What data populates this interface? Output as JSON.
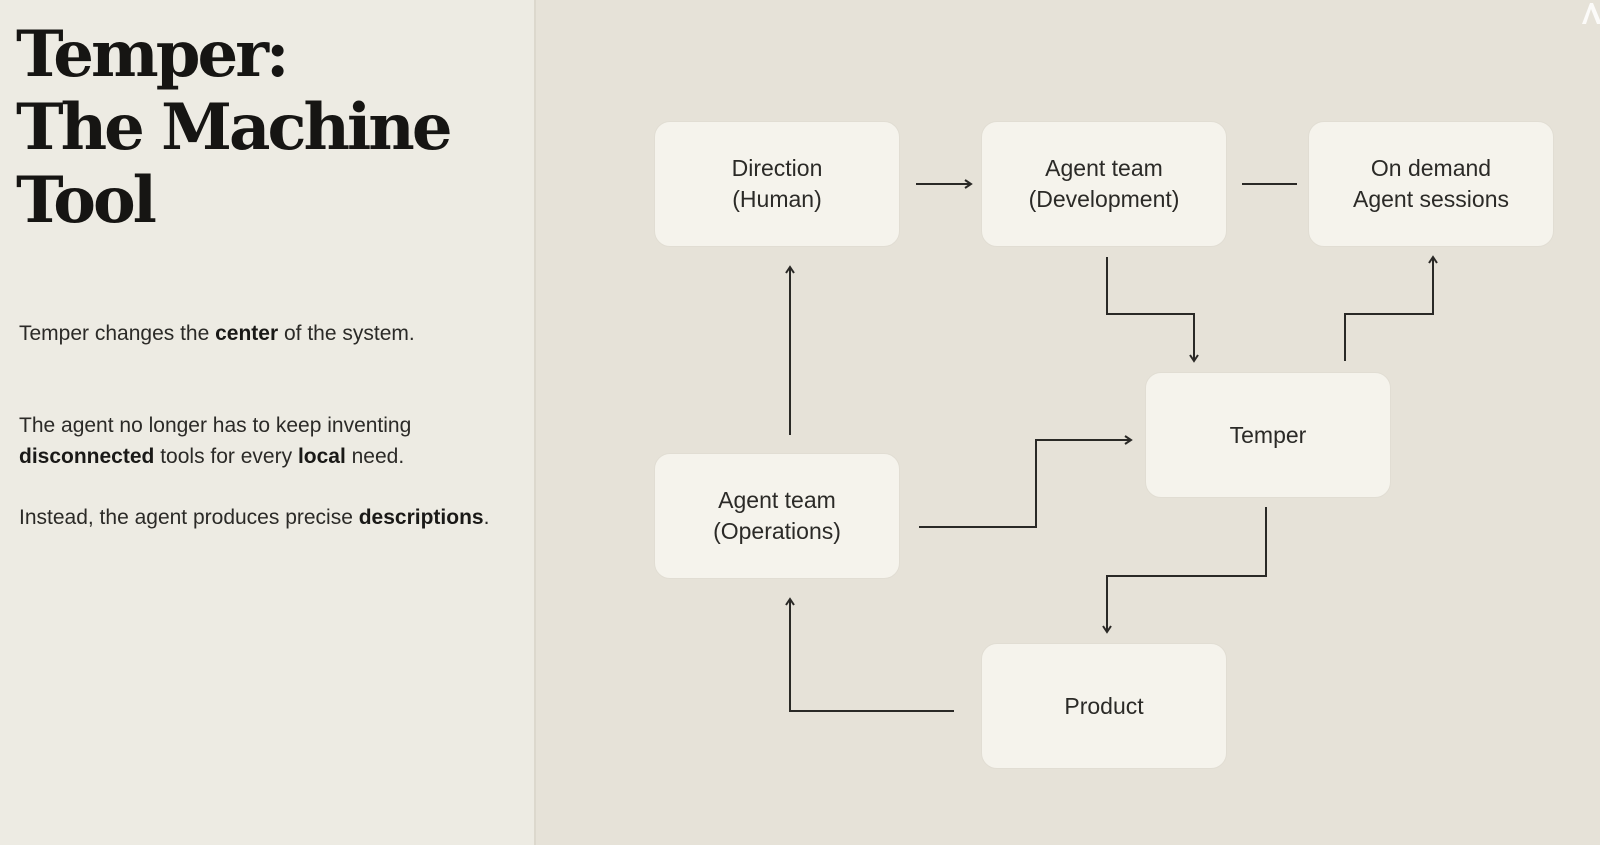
{
  "slide": {
    "title_lines": [
      "Temper:",
      "The Machine",
      "Tool"
    ],
    "paragraphs": [
      {
        "parts": [
          {
            "text": "Temper changes the ",
            "bold": false
          },
          {
            "text": "center",
            "bold": true
          },
          {
            "text": " of the system.",
            "bold": false
          }
        ]
      },
      {
        "parts": [
          {
            "text": "The agent no longer has to keep inventing ",
            "bold": false
          },
          {
            "text": "disconnected",
            "bold": true
          },
          {
            "text": " tools for every ",
            "bold": false
          },
          {
            "text": "local",
            "bold": true
          },
          {
            "text": " need.",
            "bold": false
          }
        ]
      },
      {
        "parts": [
          {
            "text": "Instead, the agent produces precise ",
            "bold": false
          },
          {
            "text": "descriptions",
            "bold": true
          },
          {
            "text": ".",
            "bold": false
          }
        ]
      }
    ]
  },
  "diagram": {
    "nodes": {
      "direction": {
        "line1": "Direction",
        "line2": "(Human)"
      },
      "agent_dev": {
        "line1": "Agent team",
        "line2": "(Development)"
      },
      "on_demand": {
        "line1": "On demand",
        "line2": "Agent sessions"
      },
      "temper": {
        "line1": "Temper"
      },
      "agent_ops": {
        "line1": "Agent team",
        "line2": "(Operations)"
      },
      "product": {
        "line1": "Product"
      }
    }
  },
  "colors": {
    "left_background": "#edebe3",
    "right_background": "#e6e2d8",
    "node_fill": "#f5f3ec",
    "connector": "#2a2926",
    "text": "#2b2a27"
  }
}
